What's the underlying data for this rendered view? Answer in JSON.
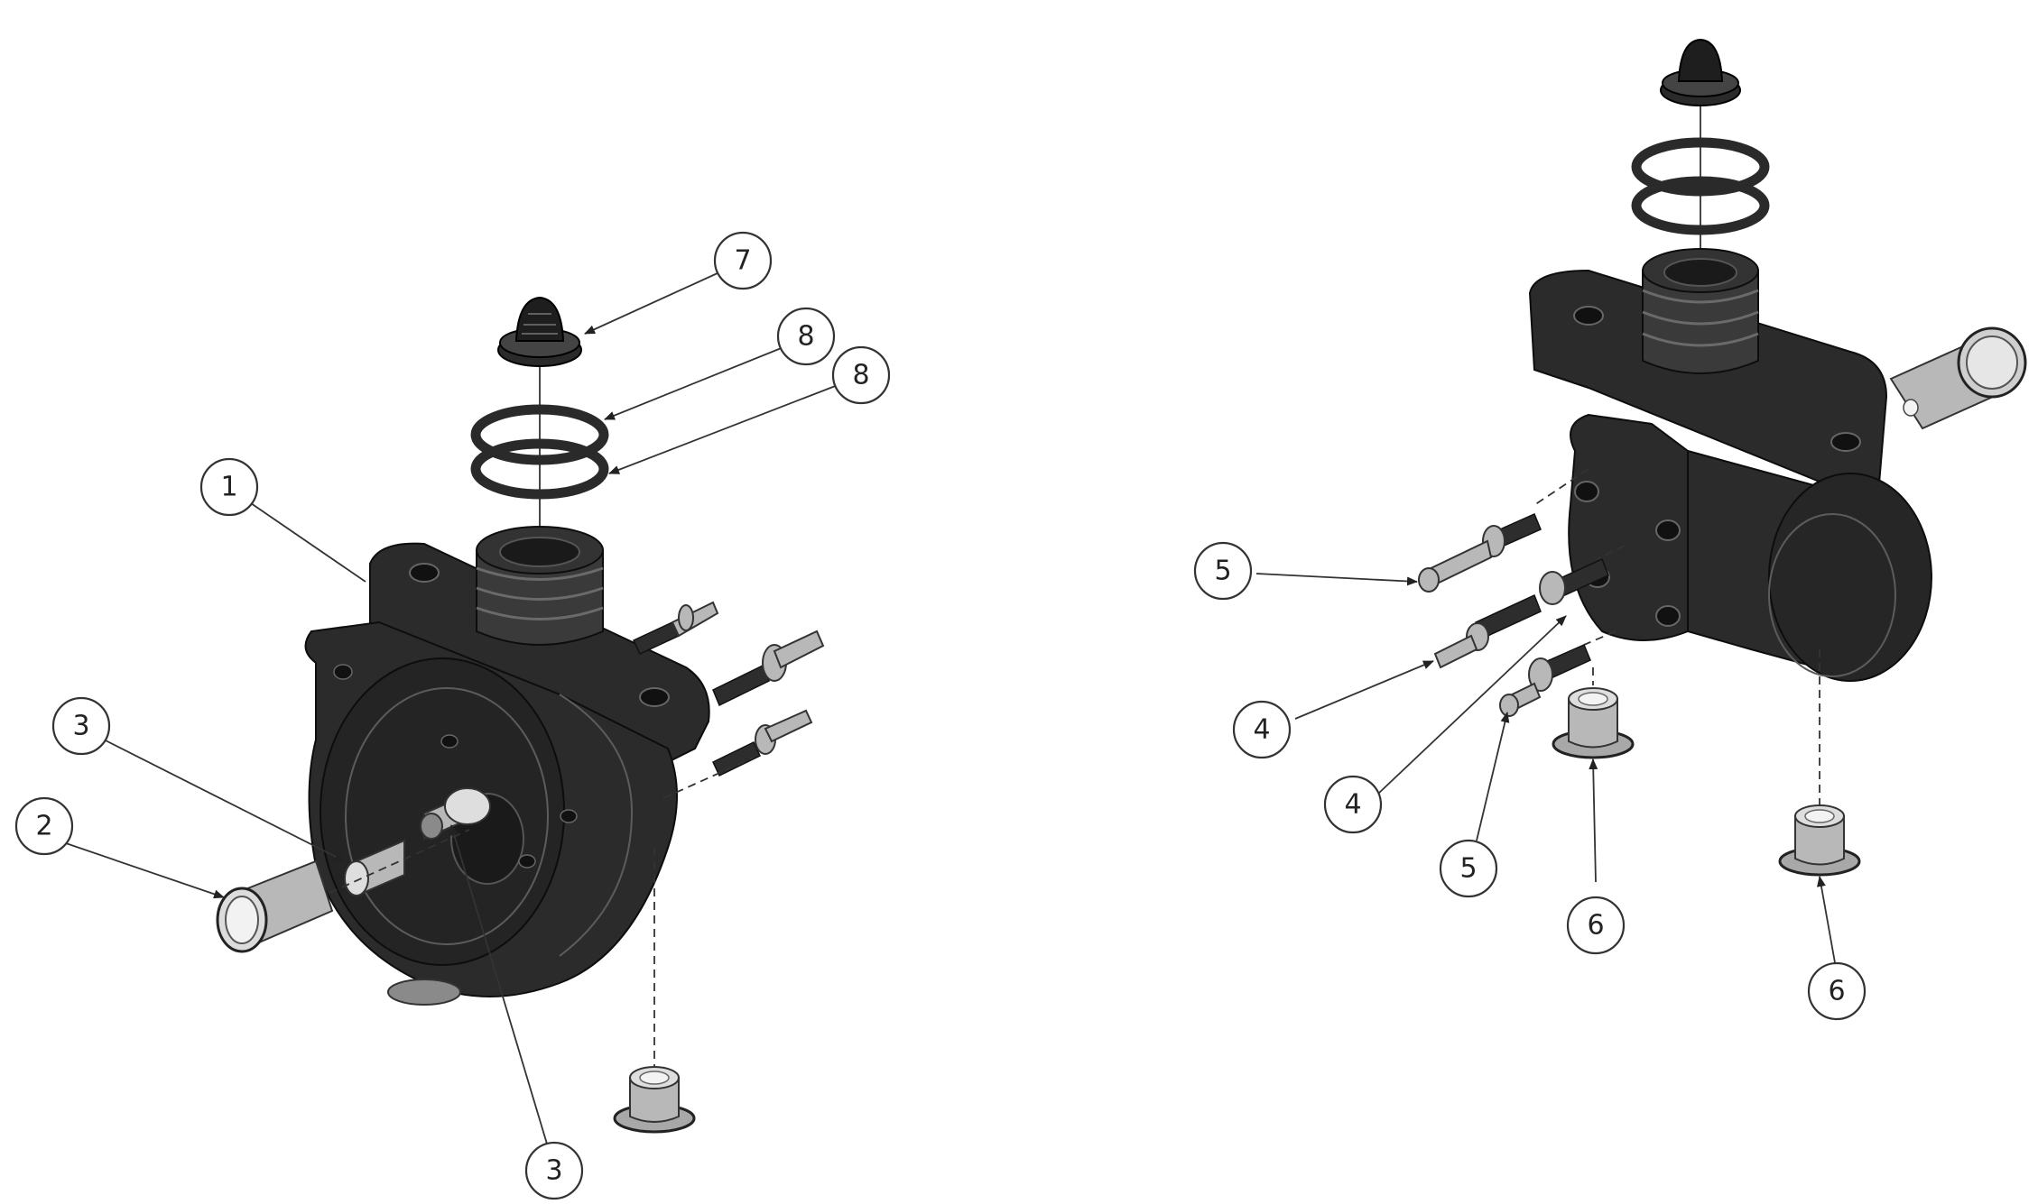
{
  "callouts": {
    "left_view": [
      "7",
      "8",
      "8",
      "1",
      "3",
      "2",
      "3"
    ],
    "right_view": [
      "5",
      "4",
      "4",
      "5",
      "6",
      "6"
    ]
  }
}
